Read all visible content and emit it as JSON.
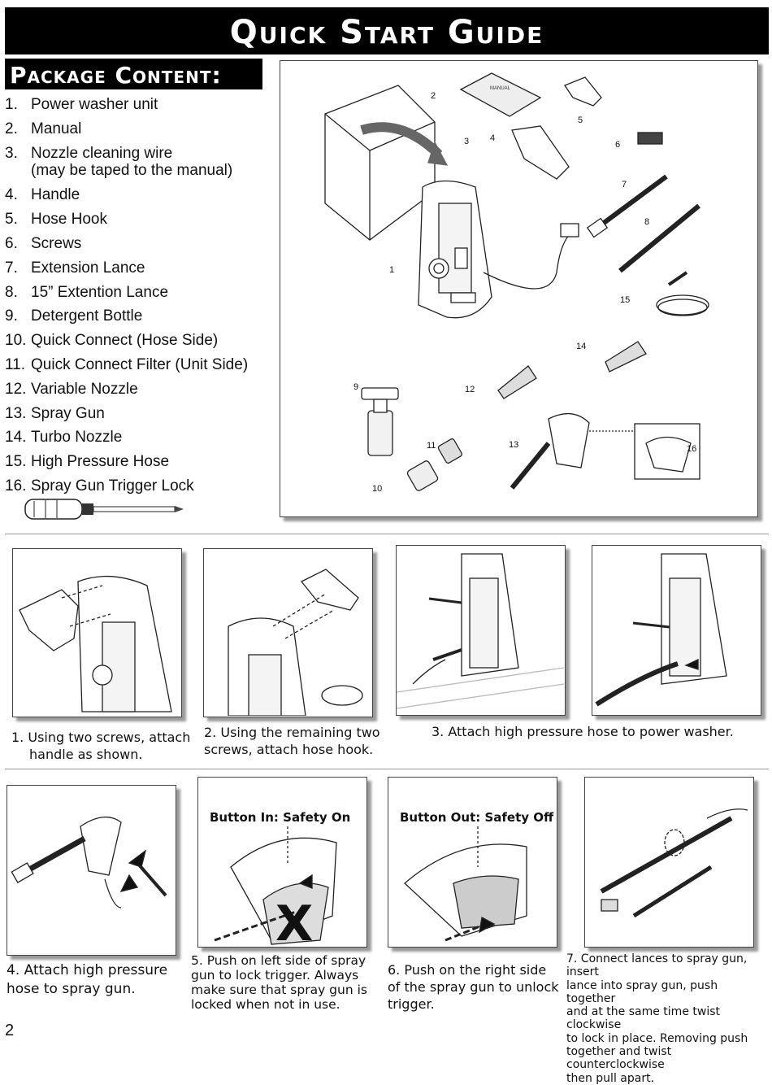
{
  "title": "Quick Start Guide",
  "package_content": {
    "heading": "Package Content:",
    "items": [
      {
        "num": "1.",
        "label": "Power washer unit"
      },
      {
        "num": "2.",
        "label": "Manual"
      },
      {
        "num": "3.",
        "label": "Nozzle cleaning wire",
        "sub": "(may be taped to the manual)"
      },
      {
        "num": "4.",
        "label": "Handle"
      },
      {
        "num": "5.",
        "label": "Hose Hook"
      },
      {
        "num": "6.",
        "label": "Screws"
      },
      {
        "num": "7.",
        "label": "Extension Lance"
      },
      {
        "num": "8.",
        "label": "15” Extention Lance"
      },
      {
        "num": "9.",
        "label": "Detergent Bottle"
      },
      {
        "num": "10.",
        "label": "Quick Connect (Hose Side)"
      },
      {
        "num": "11.",
        "label": "Quick Connect Filter (Unit Side)"
      },
      {
        "num": "12.",
        "label": "Variable Nozzle"
      },
      {
        "num": "13.",
        "label": "Spray Gun"
      },
      {
        "num": "14.",
        "label": "Turbo Nozzle"
      },
      {
        "num": "15.",
        "label": "High Pressure Hose"
      },
      {
        "num": "16.",
        "label": "Spray Gun Trigger Lock"
      }
    ]
  },
  "diagram": {
    "manual_cover_text": "MANUAL",
    "callouts": {
      "c1": "1",
      "c2": "2",
      "c3": "3",
      "c4": "4",
      "c5": "5",
      "c6": "6",
      "c7": "7",
      "c8": "8",
      "c9": "9",
      "c10": "10",
      "c11": "11",
      "c12": "12",
      "c13": "13",
      "c14": "14",
      "c15": "15",
      "c16": "16"
    }
  },
  "steps": {
    "s1": {
      "line1": "1.  Using two screws, attach",
      "line2": "handle as shown."
    },
    "s2": {
      "line1": "2.  Using the remaining two",
      "line2": "screws, attach hose hook."
    },
    "s3": {
      "line1": "3.  Attach high pressure hose to power washer."
    },
    "s4": {
      "line1": "4.  Attach high pressure",
      "line2": "hose to spray gun."
    },
    "s5": {
      "label": "Button In: Safety On",
      "line1": "5.  Push on left side of spray",
      "line2": "gun to lock trigger.  Always",
      "line3": "make sure that spray gun is",
      "line4": "locked when not in use."
    },
    "s6": {
      "label": "Button Out: Safety Off",
      "line1": "6.  Push on the right side",
      "line2": "of the spray gun to unlock",
      "line3": "trigger."
    },
    "s7": {
      "line1": "7.  Connect lances to spray gun, insert",
      "line2": "lance into spray gun, push together",
      "line3": "and at the same time twist clockwise",
      "line4": "to lock in place.  Removing push",
      "line5": "together and twist counterclockwise",
      "line6": "then pull apart."
    }
  },
  "page_number": "2"
}
